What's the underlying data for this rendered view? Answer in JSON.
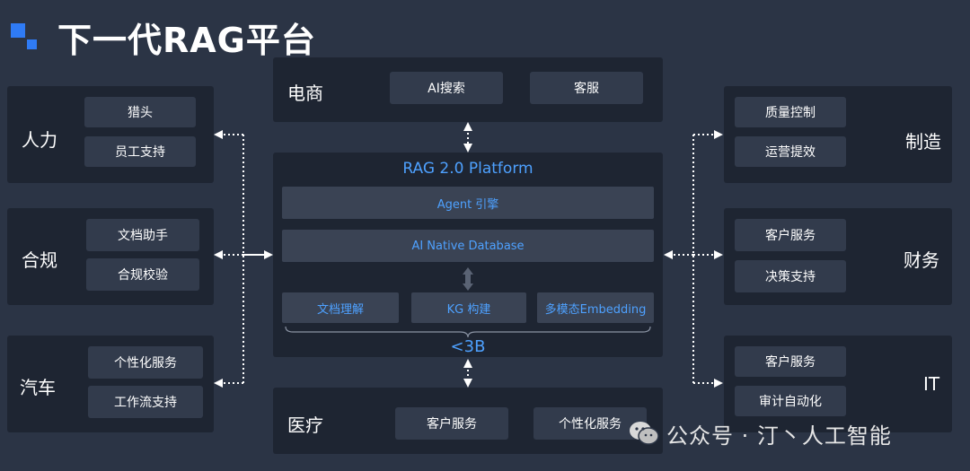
{
  "title": "下一代RAG平台",
  "brand_colors": {
    "accent": "#2f7bf5",
    "text_blue": "#4ea1ff",
    "panel": "#1e2532",
    "button": "#323b4c",
    "background": "#2b3445"
  },
  "left": [
    {
      "label": "人力",
      "items": [
        "猎头",
        "员工支持"
      ]
    },
    {
      "label": "合规",
      "items": [
        "文档助手",
        "合规校验"
      ]
    },
    {
      "label": "汽车",
      "items": [
        "个性化服务",
        "工作流支持"
      ]
    }
  ],
  "right": [
    {
      "label": "制造",
      "items": [
        "质量控制",
        "运营提效"
      ]
    },
    {
      "label": "财务",
      "items": [
        "客户服务",
        "决策支持"
      ]
    },
    {
      "label": "IT",
      "items": [
        "客户服务",
        "审计自动化"
      ]
    }
  ],
  "top": {
    "label": "电商",
    "items": [
      "AI搜索",
      "客服"
    ]
  },
  "bottom": {
    "label": "医疗",
    "items": [
      "客户服务",
      "个性化服务"
    ]
  },
  "platform": {
    "title": "RAG 2.0 Platform",
    "engine": "Agent 引擎",
    "database": "AI Native Database",
    "modules": [
      "文档理解",
      "KG 构建",
      "多模态Embedding"
    ],
    "size_label": "<3B"
  },
  "watermark": {
    "text": "公众号 · 汀丶人工智能",
    "icon": "wechat-icon"
  }
}
